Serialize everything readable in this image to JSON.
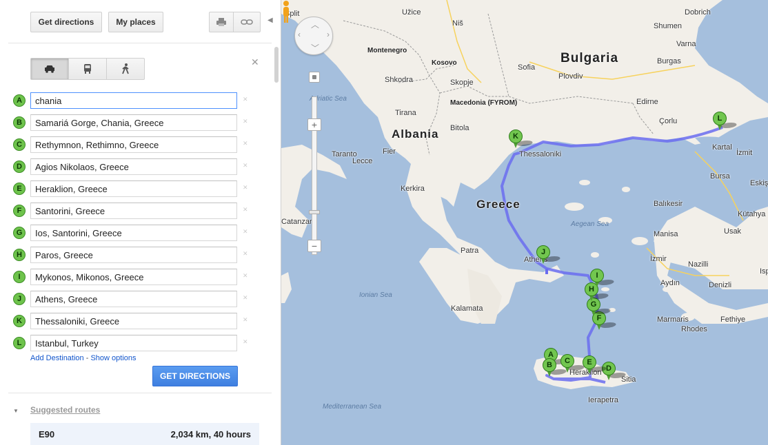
{
  "toolbar": {
    "get_directions": "Get directions",
    "my_places": "My places",
    "print_icon": "print-icon",
    "link_icon": "link-icon"
  },
  "travel_modes": [
    "car-icon",
    "transit-icon",
    "walk-icon"
  ],
  "waypoints": [
    {
      "letter": "A",
      "value": "chania"
    },
    {
      "letter": "B",
      "value": "Samariá Gorge, Chania, Greece"
    },
    {
      "letter": "C",
      "value": "Rethymnon, Rethimno, Greece"
    },
    {
      "letter": "D",
      "value": "Agios Nikolaos, Greece"
    },
    {
      "letter": "E",
      "value": "Heraklion, Greece"
    },
    {
      "letter": "F",
      "value": "Santorini, Greece"
    },
    {
      "letter": "G",
      "value": "Ios, Santorini, Greece"
    },
    {
      "letter": "H",
      "value": "Paros, Greece"
    },
    {
      "letter": "I",
      "value": "Mykonos, Mikonos, Greece"
    },
    {
      "letter": "J",
      "value": "Athens, Greece"
    },
    {
      "letter": "K",
      "value": "Thessaloniki, Greece"
    },
    {
      "letter": "L",
      "value": "Istanbul, Turkey"
    }
  ],
  "links": {
    "add_destination": "Add Destination",
    "separator": " - ",
    "show_options": "Show options"
  },
  "get_directions_button": "GET DIRECTIONS",
  "suggested_routes_label": "Suggested routes",
  "route": {
    "name": "E90",
    "summary": "2,034 km, 40 hours"
  },
  "colors": {
    "route": "#6a6cf0",
    "marker": "#72c64f",
    "button": "#4d90fe",
    "water": "#a5bfdd",
    "land": "#f2efe9"
  },
  "map_labels": {
    "countries": [
      "Bulgaria",
      "Albania",
      "Greece"
    ],
    "regions": [
      "Montenegro",
      "Kosovo",
      "Macedonia (FYROM)"
    ],
    "cities": [
      "Split",
      "Užice",
      "Niš",
      "Dobrich",
      "Shumen",
      "Varna",
      "Sofia",
      "Burgas",
      "Plovdiv",
      "Shkodra",
      "Skopje",
      "Edirne",
      "Tirana",
      "Bitola",
      "Çorlu",
      "Thessaloniki",
      "Kartal",
      "İzmit",
      "Fier",
      "Taranto",
      "Lecce",
      "Bursa",
      "Eskişehir",
      "Kerkira",
      "Balıkesir",
      "Kütahya",
      "Catanzaro",
      "Manisa",
      "Usak",
      "Patra",
      "Athens",
      "İzmir",
      "Nazilli",
      "Aydın",
      "Denizli",
      "Isparta",
      "Kalamata",
      "Marmaris",
      "Fethiye",
      "Rhodes",
      "Heraklion",
      "Ierapetra",
      "Sitia"
    ],
    "seas": [
      "Adriatic Sea",
      "Aegean Sea",
      "Ionian Sea",
      "Mediterranean Sea"
    ]
  }
}
